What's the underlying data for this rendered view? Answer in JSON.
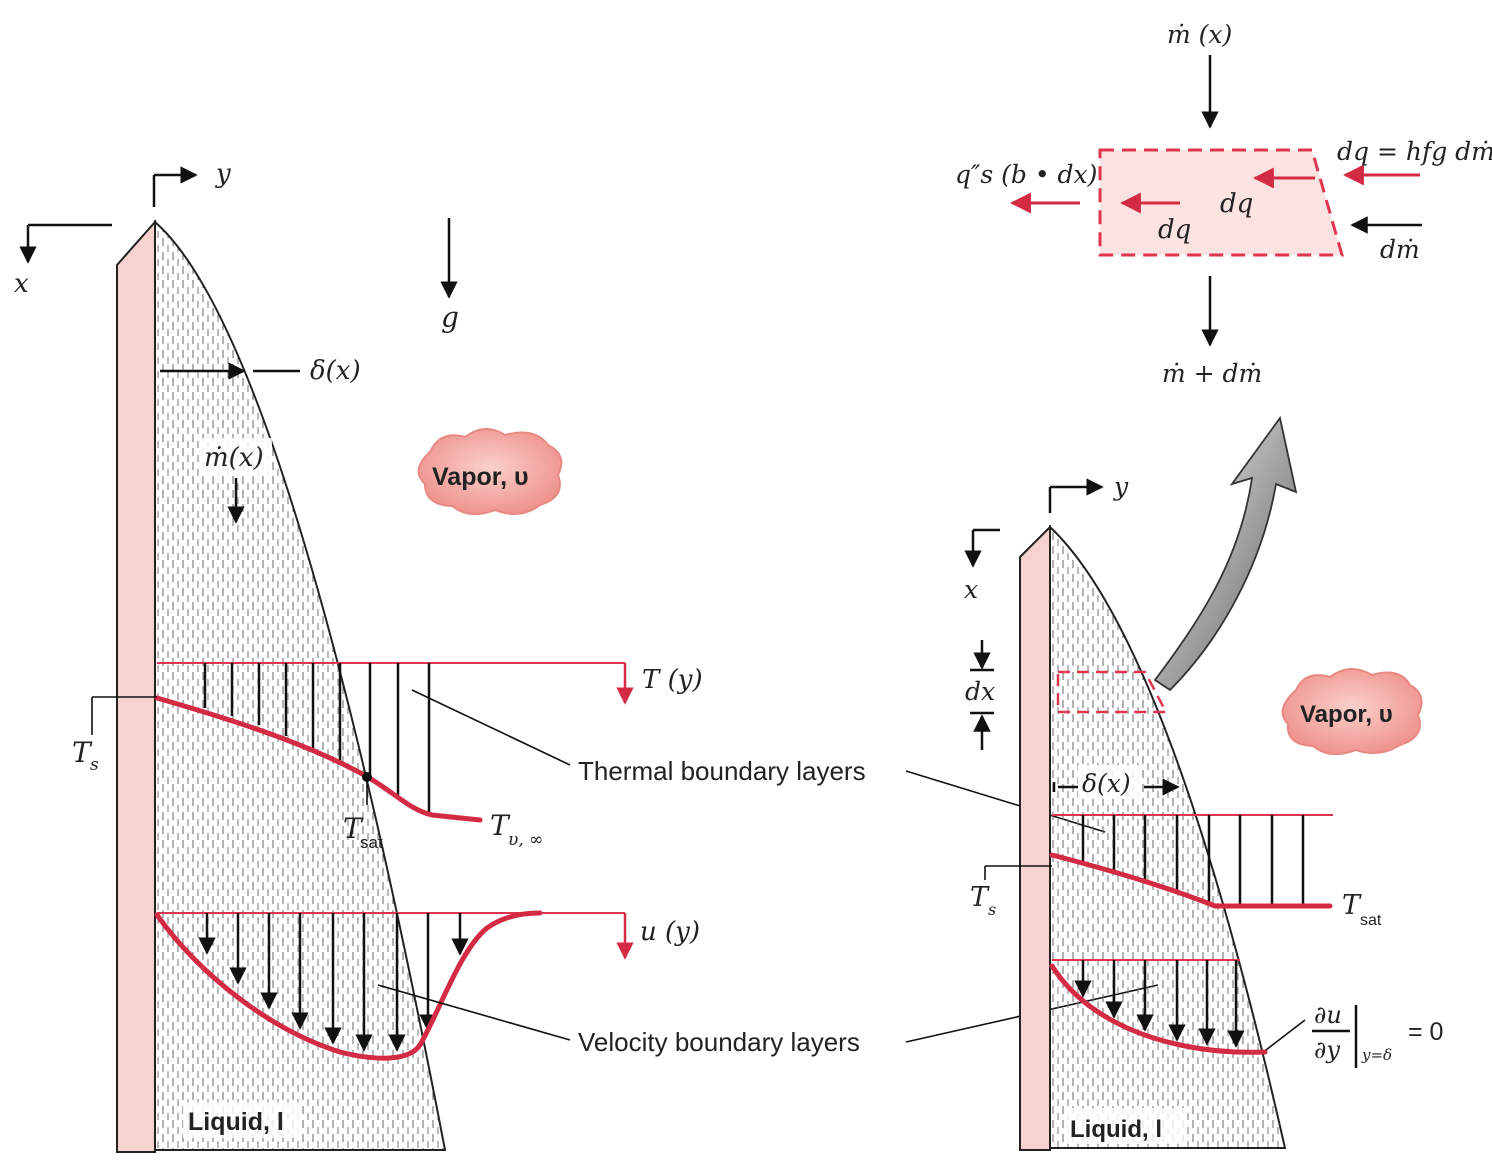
{
  "left_panel": {
    "axis_y": "y",
    "axis_x": "x",
    "gravity": "g",
    "film_thickness": "δ(x)",
    "mass_flow": "ṁ(x)",
    "vapor_label": "Vapor, υ",
    "temp_profile": "T (y)",
    "velocity_profile": "u (y)",
    "surface_temp": "T",
    "surface_temp_sub": "s",
    "sat_temp": "T",
    "sat_temp_sub": "sat",
    "vapor_temp": "T",
    "vapor_temp_sub": "υ, ∞",
    "liquid_label": "Liquid, l"
  },
  "center_labels": {
    "thermal": "Thermal boundary layers",
    "velocity": "Velocity boundary layers"
  },
  "control_volume": {
    "mass_in": "ṁ (x)",
    "mass_out": "ṁ + dṁ",
    "heat_out": "q″s (b • dx)",
    "dq_outer": "dq = hfg dṁ",
    "dq_inner_1": "dq",
    "dq_inner_2": "dq",
    "dm_in": "dṁ"
  },
  "right_panel": {
    "axis_y": "y",
    "axis_x": "x",
    "dx_label": "dx",
    "film_thickness": "δ(x)",
    "vapor_label": "Vapor, υ",
    "surface_temp": "T",
    "surface_temp_sub": "s",
    "sat_temp": "T",
    "sat_temp_sub": "sat",
    "shear_condition": "∂u/∂y |y=δ = 0",
    "shear_num": "∂u",
    "shear_den": "∂y",
    "shear_sub": "y=δ",
    "shear_rhs": "= 0",
    "liquid_label": "Liquid, l"
  },
  "colors": {
    "accent_red": "#d42b45",
    "wall_fill": "#f6d3cf",
    "vapor_fill": "#f4a6a0",
    "cv_fill": "#fbe3e1"
  }
}
